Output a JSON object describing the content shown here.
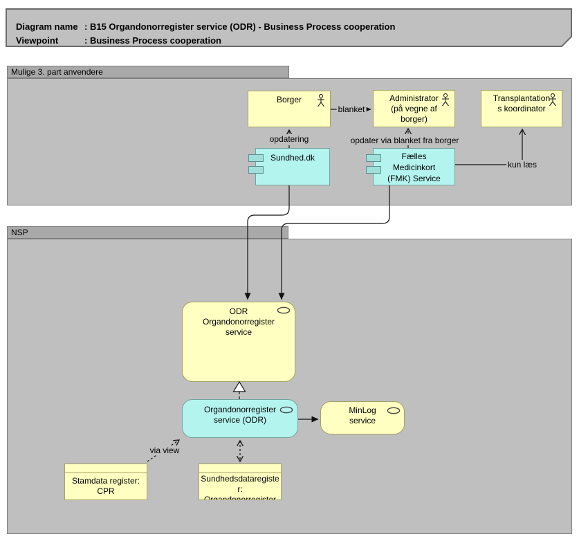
{
  "title": {
    "rows": [
      {
        "label": "Diagram name",
        "sep": ":",
        "value": "B15 Organdonorregister service (ODR) - Business Process cooperation"
      },
      {
        "label": "Viewpoint",
        "sep": ":",
        "value": "Business Process cooperation"
      }
    ]
  },
  "groups": {
    "third_party": {
      "label": "Mulige 3. part anvendere"
    },
    "nsp": {
      "label": "NSP"
    }
  },
  "nodes": {
    "borger": {
      "lines": [
        "Borger"
      ],
      "type": "business-actor"
    },
    "administrator": {
      "lines": [
        "Administrator",
        "(på vegne af",
        "borger)"
      ],
      "type": "business-actor"
    },
    "transplantation": {
      "lines": [
        "Transplantation",
        "s koordinator"
      ],
      "type": "business-actor"
    },
    "sundheddk": {
      "lines": [
        "Sundhed.dk"
      ],
      "type": "application-component"
    },
    "fmk": {
      "lines": [
        "Fælles",
        "Medicinkort",
        "(FMK) Service"
      ],
      "type": "application-component"
    },
    "odr_app": {
      "lines": [
        "ODR",
        "Organdonorregister",
        "service"
      ],
      "type": "application-service"
    },
    "odr_service": {
      "lines": [
        "Organdonorregister",
        "service (ODR)"
      ],
      "type": "application-service"
    },
    "minlog": {
      "lines": [
        "MinLog",
        "service"
      ],
      "type": "application-service"
    },
    "stamdata": {
      "lines": [
        "Stamdata register:",
        "CPR"
      ],
      "type": "business-object"
    },
    "sundhedsdata": {
      "lines": [
        "Sundhedsdataregiste",
        "r:",
        "Organdonorregister"
      ],
      "type": "business-object"
    }
  },
  "connections": {
    "blanket": "blanket",
    "opdatering": "opdatering",
    "opdater_via": "opdater via blanket fra borger",
    "kun_laes": "kun læs",
    "via_view": "via view"
  },
  "colors": {
    "group_body": "#bfbfbf",
    "group_tab": "#a9a9a9",
    "title_fill": "#c0c0c0",
    "node_yellow": "#ffffc2",
    "node_cyan": "#b4f4ef",
    "component_port": "#9fe0db",
    "line": "#111111"
  }
}
